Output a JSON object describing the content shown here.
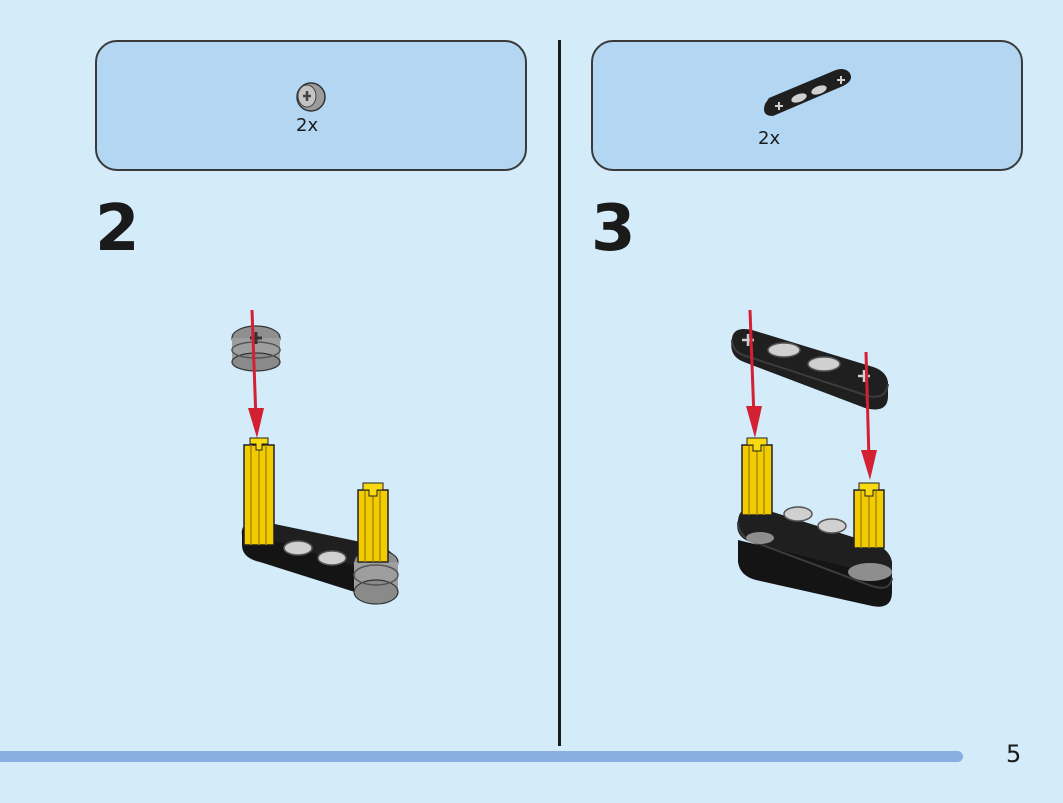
{
  "steps": [
    {
      "number": "2",
      "parts": [
        {
          "icon": "bush-icon",
          "quantity": "2x"
        }
      ]
    },
    {
      "number": "3",
      "parts": [
        {
          "icon": "beam-3-icon",
          "quantity": "2x"
        }
      ]
    }
  ],
  "page": {
    "number": "5"
  },
  "colors": {
    "background": "#d4ebfa",
    "callout": "#b3d6f2",
    "axle": "#f5d000",
    "arrow": "#d32032",
    "beam": "#1f1f1f",
    "bush": "#a9a9a9",
    "progress": "#8aaee0"
  }
}
